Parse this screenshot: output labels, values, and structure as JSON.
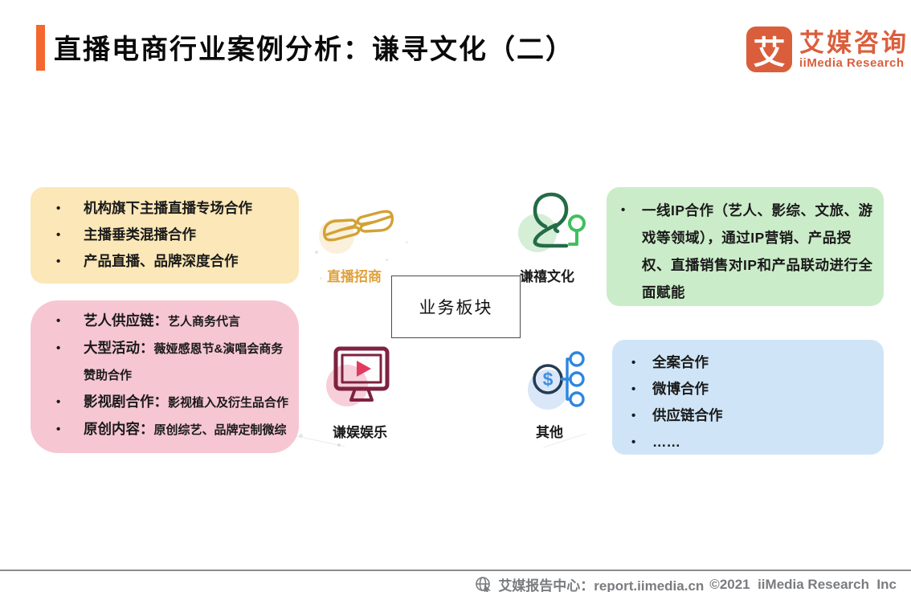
{
  "page": {
    "title": "直播电商行业案例分析：谦寻文化（二）",
    "accent_color": "#f4672e",
    "background": "#ffffff"
  },
  "logo": {
    "glyph": "艾",
    "brand": "艾媒咨询",
    "brand_en": "iiMedia Research",
    "color": "#db5e3c"
  },
  "ui": {
    "bullet": "•"
  },
  "diagram": {
    "center_label": "业务板块",
    "branches": {
      "zhaoshang": {
        "label": "直播招商",
        "label_color": "#dfa13b",
        "icon": "hands-exchange-icon",
        "box_color": "#fbe7b7",
        "bullets": [
          "机构旗下主播直播专场合作",
          "主播垂类混播合作",
          "产品直播、品牌深度合作"
        ]
      },
      "qianxi": {
        "label": "谦禧文化",
        "icon": "person-microphone-icon",
        "box_color": "#cbecc9",
        "bullets": [
          "一线IP合作（艺人、影综、文旅、游戏等领域），通过IP营销、产品授权、直播销售对IP和产品联动进行全面赋能"
        ]
      },
      "qianyu": {
        "label": "谦娱娱乐",
        "icon": "monitor-play-icon",
        "box_color": "#f6c6d3",
        "bullets": [
          {
            "label": "艺人供应链：",
            "desc": "艺人商务代言"
          },
          {
            "label": "大型活动：",
            "desc": "薇娅感恩节&演唱会商务赞助合作"
          },
          {
            "label": "影视剧合作：",
            "desc": "影视植入及衍生品合作"
          },
          {
            "label": "原创内容：",
            "desc": "原创综艺、品牌定制微综"
          }
        ]
      },
      "other": {
        "label": "其他",
        "icon": "dollar-network-icon",
        "box_color": "#cfe5f7",
        "bullets": [
          "全案合作",
          "微博合作",
          "供应链合作",
          "……"
        ]
      }
    }
  },
  "footer": {
    "icon": "globe-cursor-icon",
    "text": "艾媒报告中心：report.iimedia.cn",
    "copyright": "©2021  iiMedia Research  Inc"
  }
}
